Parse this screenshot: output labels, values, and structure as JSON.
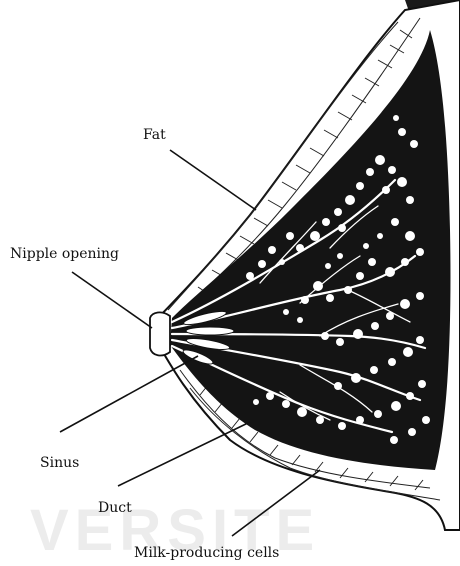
{
  "diagram": {
    "labels": {
      "fat": "Fat",
      "nipple_opening": "Nipple opening",
      "sinus": "Sinus",
      "duct": "Duct",
      "milk_cells": "Milk-producing cells"
    },
    "watermark": "VERSITE"
  },
  "colors": {
    "background": "#ffffff",
    "ink": "#111111",
    "tissue_dark": "#141414",
    "fat_fill": "#ffffff",
    "watermark": "#e9e9e9"
  }
}
